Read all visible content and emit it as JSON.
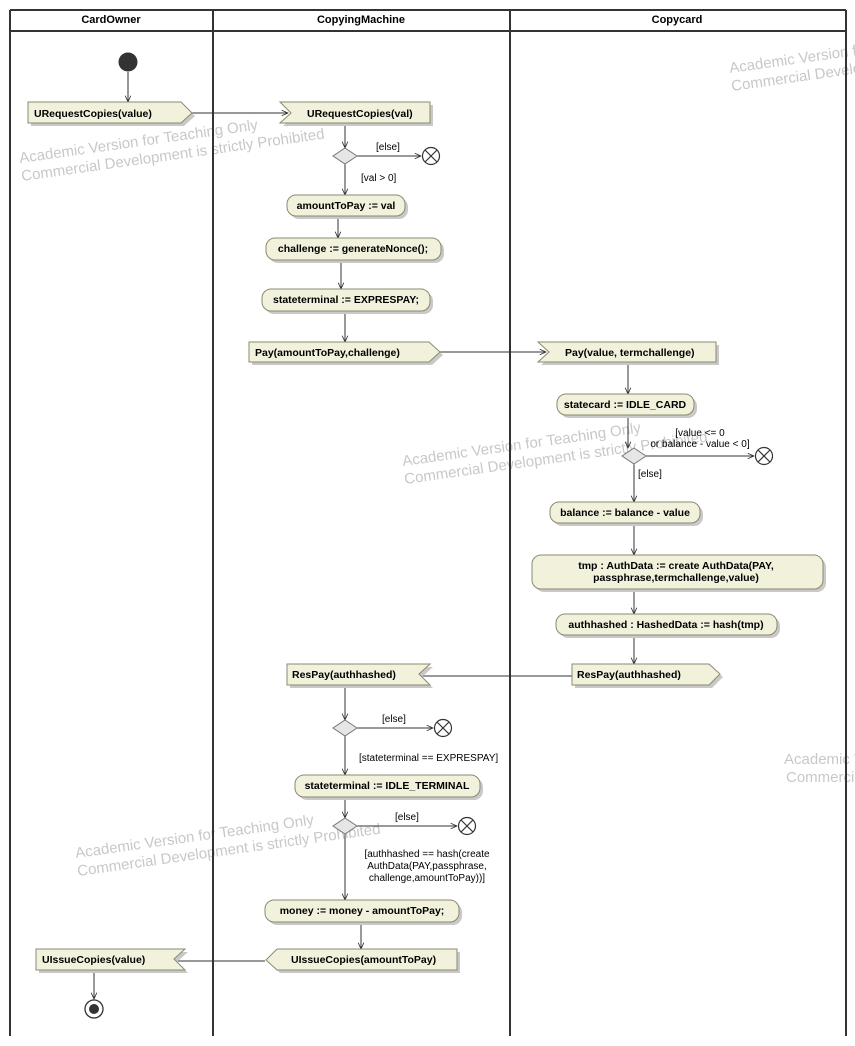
{
  "lanes": {
    "card_owner": "CardOwner",
    "copying_machine": "CopyingMachine",
    "copycard": "Copycard"
  },
  "signals": {
    "urequest_send": "URequestCopies(value)",
    "urequest_recv": "URequestCopies(val)",
    "pay_send": "Pay(amountToPay,challenge)",
    "pay_recv": "Pay(value, termchallenge)",
    "respay_send": "ResPay(authhashed)",
    "respay_recv": "ResPay(authhashed)",
    "uissue_send": "UIssueCopies(amountToPay)",
    "uissue_recv": "UIssueCopies(value)"
  },
  "actions": {
    "amount_to_pay": "amountToPay := val",
    "challenge": "challenge := generateNonce();",
    "stateterminal_express": "stateterminal := EXPRESPAY;",
    "statecard_idle": "statecard := IDLE_CARD",
    "balance": "balance := balance - value",
    "tmp_line1": "tmp : AuthData := create AuthData(PAY,",
    "tmp_line2": "passphrase,termchallenge,value)",
    "authhashed": "authhashed : HashedData := hash(tmp)",
    "stateterminal_idle": "stateterminal := IDLE_TERMINAL",
    "money": "money := money - amountToPay;"
  },
  "guards": {
    "else_1": "[else]",
    "val_gt_0": "[val > 0]",
    "value_le_0_line1": "[value <= 0",
    "value_le_0_line2": "or balance - value < 0]",
    "else_2": "[else]",
    "else_3": "[else]",
    "stateterminal_eq": "[stateterminal == EXPRESPAY]",
    "else_4": "[else]",
    "auth_line1": "[authhashed == hash(create",
    "auth_line2": "AuthData(PAY,passphrase,",
    "auth_line3": "challenge,amountToPay))]"
  },
  "watermarks": {
    "line1": "Academic Version for Teaching Only",
    "line2": "Commercial Development is strictly Prohibited"
  }
}
